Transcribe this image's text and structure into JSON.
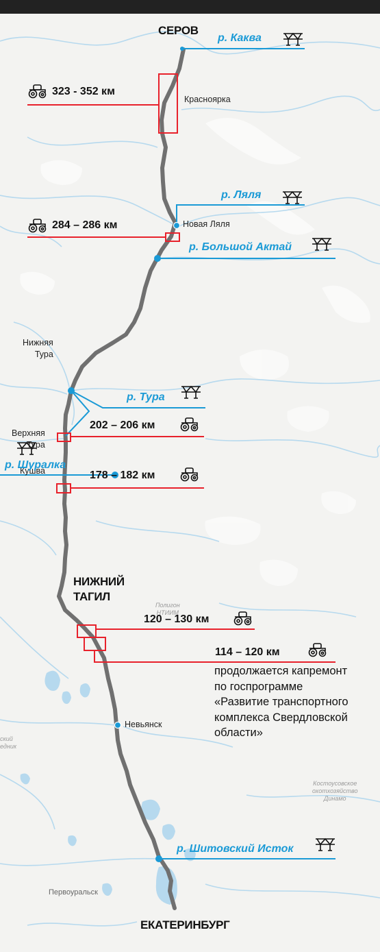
{
  "cities": {
    "serov": "СЕРОВ",
    "nizhny_tagil": "НИЖНИЙ\nТАГИЛ",
    "ekaterinburg": "ЕКАТЕРИНБУРГ"
  },
  "towns": {
    "krasnoyarka": "Красноярка",
    "novaya_lyalya": "Новая Ляля",
    "nizhnyaya_tura": "Нижняя\nТура",
    "verkhnyaya_tura": "Верхняя\nТура",
    "kushva": "Кушва",
    "nevyansk": "Невьянск",
    "pervouralsk": "Первоуральск"
  },
  "faint_labels": {
    "poligon": "Полигон\nНТИИМ",
    "kostousovskoe": "Костоусовское\nохотхозяйство\nДинамо",
    "zapovednik": "ский\nедник"
  },
  "rivers": {
    "kakva": "р. Каква",
    "lyalya": "р. Ляля",
    "bolshoy_aktay": "р. Большой Актай",
    "tura": "р. Тура",
    "shuralka": "р. Шуралка",
    "shitovsky": "р. Шитовский Исток"
  },
  "repairs": {
    "r1": "323 - 352 км",
    "r2": "284 – 286 км",
    "r3": "202 – 206 км",
    "r4": "178 – 182 км",
    "r5": "120 – 130 км",
    "r6": "114 – 120 км"
  },
  "note": "продолжается капремонт по госпрограмме «Развитие транспортного комплекса Свердловской области»",
  "icons": {
    "bridge": "bridge-icon",
    "roadwork": "road-roller-icon"
  },
  "colors": {
    "road": "#707070",
    "repair": "#e8212b",
    "river": "#1a9ad6",
    "water_lines": "#b6d9ee"
  }
}
